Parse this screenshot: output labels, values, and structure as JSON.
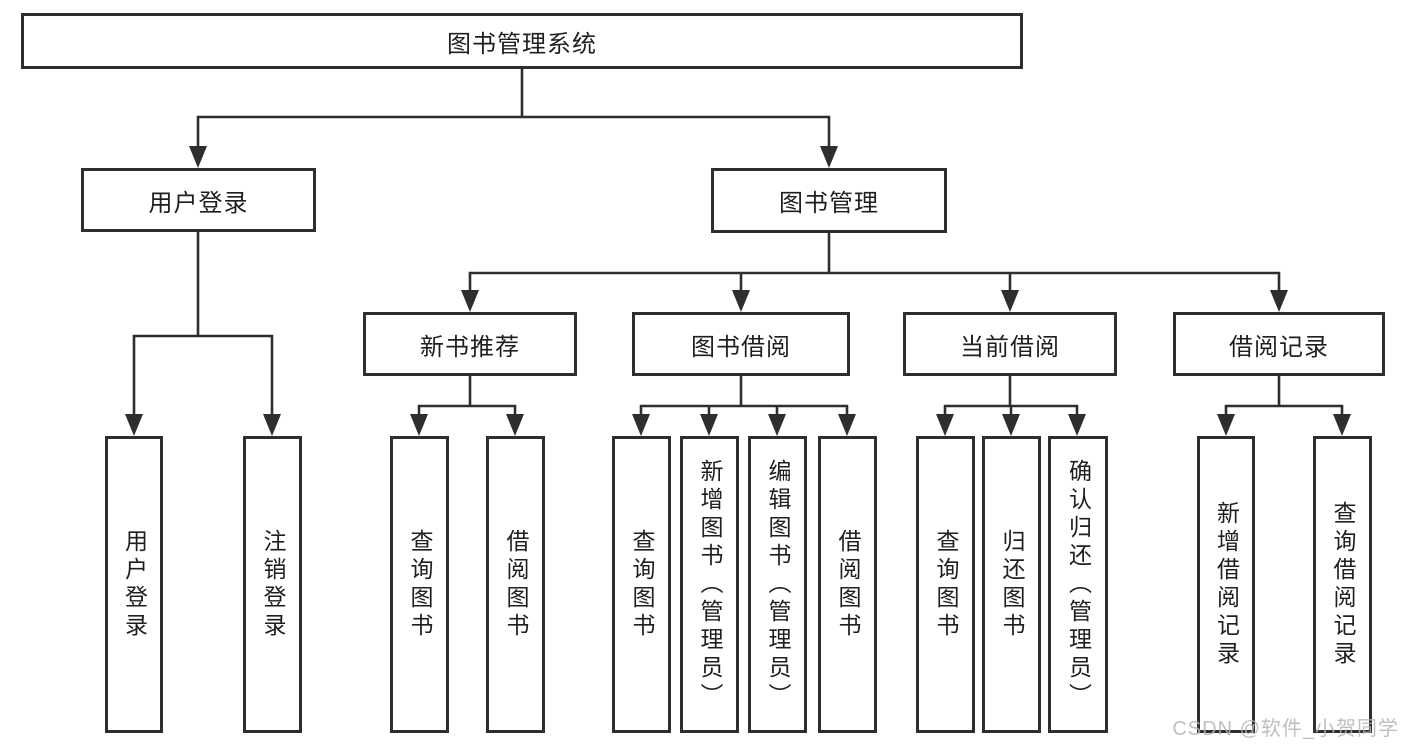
{
  "tree": {
    "label": "图书管理系统",
    "children": [
      {
        "label": "用户登录",
        "children": [
          {
            "label": "用户登录"
          },
          {
            "label": "注销登录"
          }
        ]
      },
      {
        "label": "图书管理",
        "children": [
          {
            "label": "新书推荐",
            "children": [
              {
                "label": "查询图书"
              },
              {
                "label": "借阅图书"
              }
            ]
          },
          {
            "label": "图书借阅",
            "children": [
              {
                "label": "查询图书"
              },
              {
                "label": "新增图书（管理员）"
              },
              {
                "label": "编辑图书（管理员）"
              },
              {
                "label": "借阅图书"
              }
            ]
          },
          {
            "label": "当前借阅",
            "children": [
              {
                "label": "查询图书"
              },
              {
                "label": "归还图书"
              },
              {
                "label": "确认归还（管理员）"
              }
            ]
          },
          {
            "label": "借阅记录",
            "children": [
              {
                "label": "新增借阅记录"
              },
              {
                "label": "查询借阅记录"
              }
            ]
          }
        ]
      }
    ]
  },
  "watermark": "CSDN @软件_小贺同学",
  "colors": {
    "line": "#2e2e2e",
    "box_border": "#2e2e2e",
    "text": "#1f1f1f",
    "watermark": "#b5b5b5",
    "background": "#ffffff"
  }
}
